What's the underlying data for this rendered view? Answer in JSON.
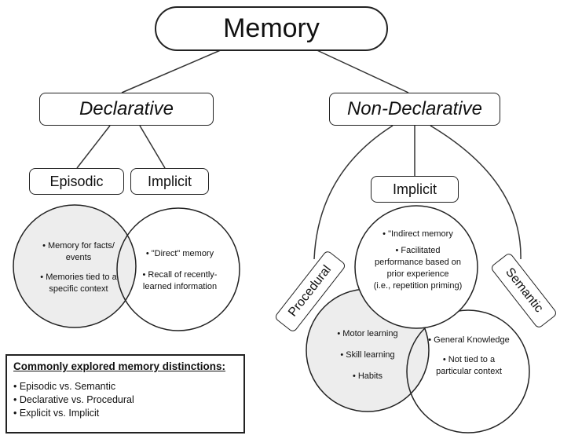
{
  "title": "Memory",
  "declarative": {
    "label": "Declarative",
    "episodic": "Episodic",
    "implicit": "Implicit",
    "episodic_circle": [
      "• Memory for facts/",
      "events",
      "• Memories tied to a",
      "specific context"
    ],
    "implicit_circle": [
      "• \"Direct\" memory",
      "• Recall of recently-",
      "learned information"
    ]
  },
  "non_declarative": {
    "label": "Non-Declarative",
    "implicit": "Implicit",
    "procedural": "Procedural",
    "semantic": "Semantic",
    "implicit_circle": [
      "• \"Indirect memory",
      "• Facilitated",
      "performance based on",
      "prior experience",
      "(i.e., repetition priming)"
    ],
    "procedural_circle": [
      "• Motor learning",
      "• Skill learning",
      "• Habits"
    ],
    "semantic_circle": [
      "• General Knowledge",
      "• Not tied to a",
      "particular context"
    ]
  },
  "legend": {
    "title": "Commonly explored memory distinctions:",
    "items": [
      "• Episodic vs. Semantic",
      "• Declarative vs. Procedural",
      "• Explicit vs. Implicit"
    ]
  }
}
